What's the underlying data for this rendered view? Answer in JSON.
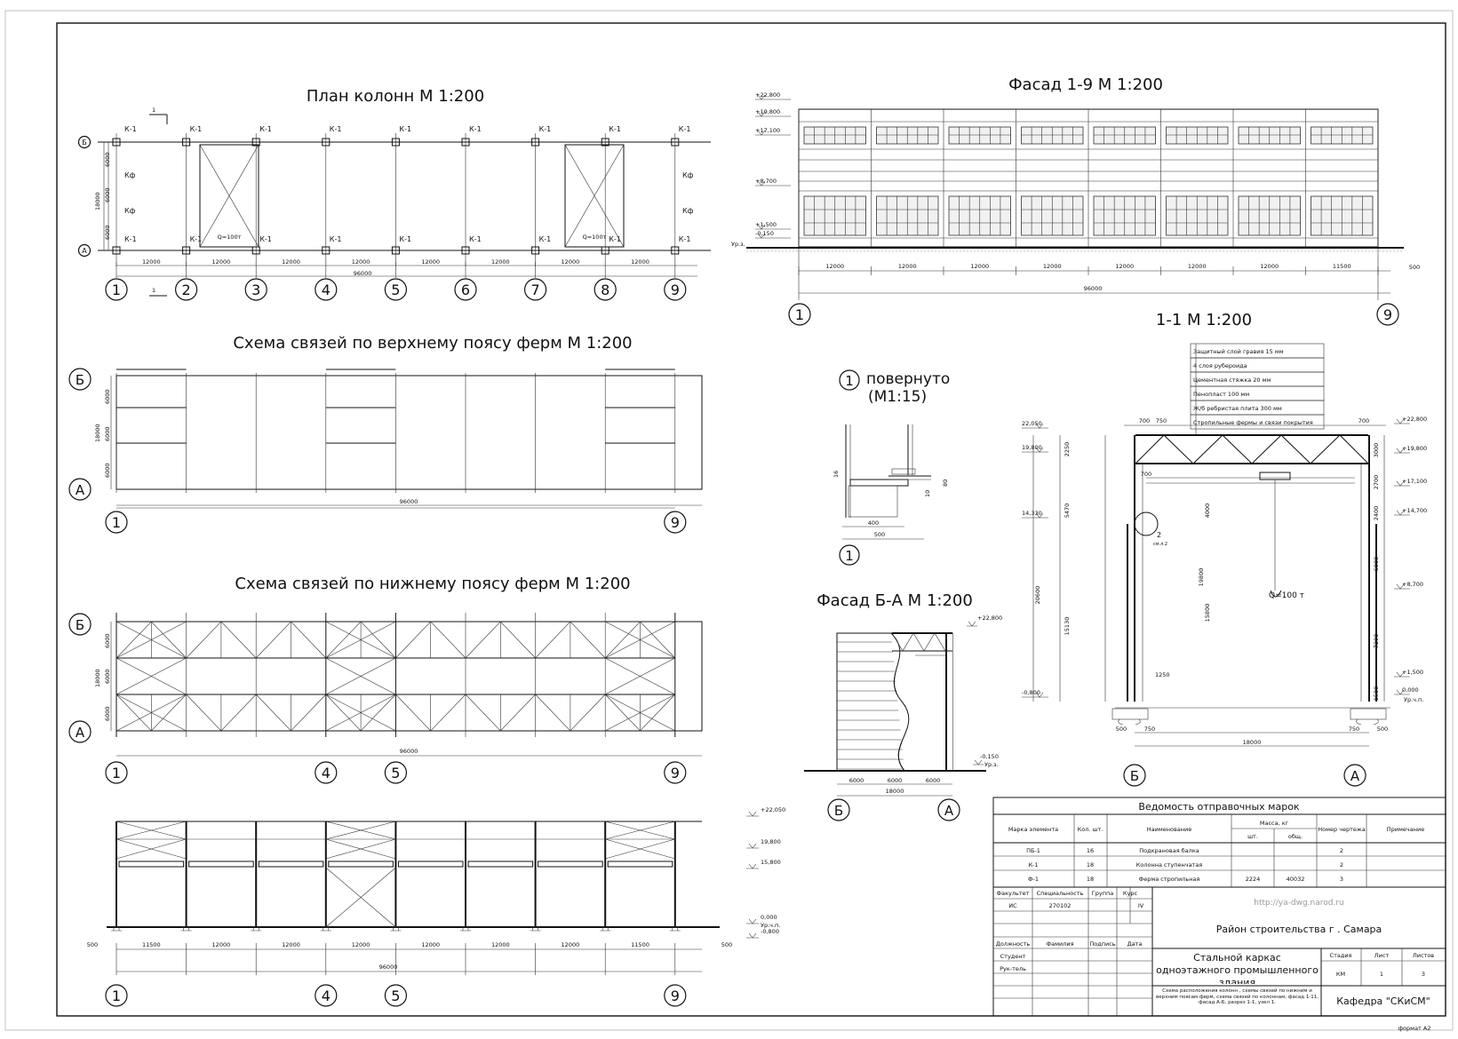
{
  "titles": {
    "plan": "План колонн М 1:200",
    "upper": "Схема связей по верхнему поясу ферм М  1:200",
    "lower": "Схема связей по нижнему поясу ферм М  1:200",
    "facade19": "Фасад 1-9 М 1:200",
    "section": "1-1 М 1:200",
    "node": "повернуто",
    "node_scale": "(М1:15)",
    "facadeBA": "Фасад Б-А М 1:200"
  },
  "axes": {
    "numbers": [
      "1",
      "2",
      "3",
      "4",
      "5",
      "6",
      "7",
      "8",
      "9"
    ],
    "rows": [
      "Б",
      "А"
    ],
    "lower_set": [
      "1",
      "4",
      "5",
      "9"
    ],
    "ends": [
      "1",
      "9"
    ],
    "node_id": "1"
  },
  "dims": {
    "bay": "12000",
    "total": "96000",
    "row": "6000",
    "width": "18000",
    "end_bay": "11500",
    "edge": "500"
  },
  "plan": {
    "k1": "К-1",
    "kf": "Кф",
    "crane": "Q=100т",
    "cut": "1"
  },
  "facade_marks": [
    "+22,800",
    "+19,800",
    "+17,100",
    "+8,700",
    "+1,500",
    "-0,150",
    "Ур.з."
  ],
  "vertical_marks": [
    "+22,050",
    "19,800",
    "15,800",
    "0,000",
    "Ур.ч.п.",
    "-0,800"
  ],
  "section": {
    "layers": [
      "Защитный слой гравия  15 мм",
      "4 слоя рубероида",
      "Цементная стяжка  20 мм",
      "Пенопласт 100 мм",
      "Ж/б ребристая плита  300 мм",
      "Стропильные фермы и связи покрытия"
    ],
    "left_marks": [
      "22,050",
      "19,800",
      "14,330",
      "-0,800"
    ],
    "right_marks": [
      "+22,800",
      "+19,800",
      "+17,100",
      "+14,700",
      "+8,700",
      "+1,500",
      "0,000",
      "Ур.ч.п."
    ],
    "dims_top": [
      "700",
      "750",
      "700"
    ],
    "dims_left": [
      "2250",
      "5470",
      "20600",
      "15130",
      "4000",
      "15800",
      "19800",
      "1250"
    ],
    "dims_right": [
      "3000",
      "2700",
      "2400",
      "6000",
      "7200",
      "1500"
    ],
    "dims_bottom": [
      "500",
      "750",
      "18000",
      "750",
      "500"
    ],
    "crane": "Q=100 т",
    "node": "2",
    "node_sub": "см.л.2",
    "axes": [
      "Б",
      "А"
    ]
  },
  "node_dims": [
    "16",
    "400",
    "500",
    "80",
    "10"
  ],
  "facadeBA": {
    "marks": [
      "+22,800",
      "-0,150",
      "Ур.з."
    ],
    "dims": [
      "6000",
      "6000",
      "6000",
      "18000"
    ],
    "axes": [
      "Б",
      "А"
    ]
  },
  "table": {
    "title": "Ведомость отправочных марок",
    "headers": [
      "Марка элемента",
      "Кол. шт.",
      "Наименование",
      "Масса, кг",
      "шт.",
      "общ.",
      "Номер чертежа",
      "Примечание"
    ],
    "rows": [
      [
        "ПБ-1",
        "16",
        "Подкрановая балка",
        "",
        "",
        "2",
        ""
      ],
      [
        "К-1",
        "18",
        "Колонна ступенчатая",
        "",
        "",
        "2",
        ""
      ],
      [
        "Ф-1",
        "18",
        "Ферма стропильная",
        "2224",
        "40032",
        "3",
        ""
      ]
    ]
  },
  "stamp": {
    "heads": [
      "Факультет",
      "Специальность",
      "Группа",
      "Курс"
    ],
    "values": [
      "ИС",
      "270102",
      "",
      "IV"
    ],
    "url": "http://ya-dwg.narod.ru",
    "city": "Район строительства г . Самара",
    "sign_heads": [
      "Должность",
      "Фамилия",
      "Подпись",
      "Дата"
    ],
    "roles": [
      "Студент",
      "Рук-тель"
    ],
    "project": "Стальной каркас одноэтажного промышленного здания",
    "stage_heads": [
      "Стадия",
      "Лист",
      "Листов"
    ],
    "stage_vals": [
      "КМ",
      "1",
      "3"
    ],
    "content": "Схема расположения колонн , схемы связей по нижним и верхним поясам ферм, схема связей по колоннам, фасад 1-11, фасад А-Б, разрез 1-1, узел 1.",
    "dept": "Кафедра \"СКиСМ\"",
    "format": "формат А2"
  }
}
